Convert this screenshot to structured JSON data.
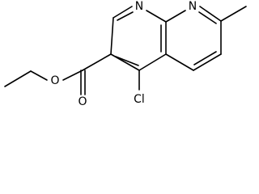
{
  "figure": {
    "kind": "chemical-structure",
    "atom_labels": {
      "n_ring_1": "N",
      "n_ring_8": "N",
      "o_ester_single": "O",
      "o_ester_carbonyl": "O",
      "cl": "Cl"
    },
    "colors": {
      "bond": "#000000",
      "label": "#000000",
      "background": "#ffffff"
    }
  }
}
